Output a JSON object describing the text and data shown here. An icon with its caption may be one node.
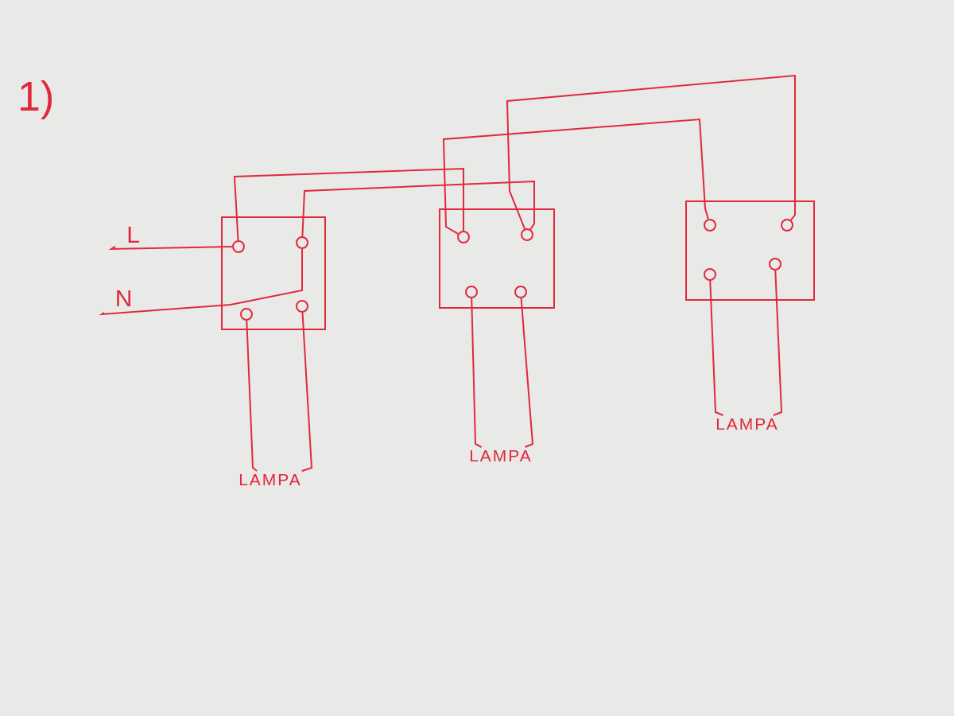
{
  "diagram": {
    "nodes": [
      {
        "text": [
          "L"
        ]
      },
      {
        "text": [
          "N"
        ]
      },
      {
        "text": [],
        "shape": "box"
      },
      {
        "text": [],
        "shape": "circle",
        "in": 2
      },
      {
        "text": [],
        "shape": "circle",
        "in": 2
      },
      {
        "text": [],
        "shape": "circle",
        "in": 2
      },
      {
        "text": [],
        "shape": "circle",
        "in": 2
      },
      {
        "text": [],
        "shape": "box"
      },
      {
        "text": [],
        "shape": "circle",
        "in": 7
      },
      {
        "text": [],
        "shape": "circle",
        "in": 7
      },
      {
        "text": [],
        "shape": "circle",
        "in": 7
      },
      {
        "text": [],
        "shape": "circle",
        "in": 7
      },
      {
        "text": [],
        "shape": "box"
      },
      {
        "text": [],
        "shape": "circle",
        "in": 12
      },
      {
        "text": [],
        "shape": "circle",
        "in": 12
      },
      {
        "text": [],
        "shape": "circle",
        "in": 12
      },
      {
        "text": [],
        "shape": "circle",
        "in": 12
      },
      {
        "text": [
          "LAMPA"
        ]
      },
      {
        "text": [
          "LAMPA"
        ]
      },
      {
        "text": [
          "LAMPA"
        ]
      }
    ],
    "edges": [
      {
        "from": 0,
        "to": 3,
        "arrow": "none"
      },
      {
        "from": 1,
        "to": 4,
        "arrow": "none"
      },
      {
        "from": 3,
        "to": 8,
        "arrow": "none"
      },
      {
        "from": 4,
        "to": 9,
        "arrow": "none"
      },
      {
        "from": 8,
        "to": 13,
        "arrow": "none"
      },
      {
        "from": 9,
        "to": 14,
        "arrow": "none"
      },
      {
        "from": 5,
        "to": 17,
        "arrow": "none"
      },
      {
        "from": 6,
        "to": 17,
        "arrow": "none"
      },
      {
        "from": 10,
        "to": 18,
        "arrow": "none"
      },
      {
        "from": 11,
        "to": 18,
        "arrow": "none"
      },
      {
        "from": 15,
        "to": 19,
        "arrow": "none"
      },
      {
        "from": 16,
        "to": 19,
        "arrow": "none"
      }
    ],
    "labels": [
      "1)"
    ]
  }
}
